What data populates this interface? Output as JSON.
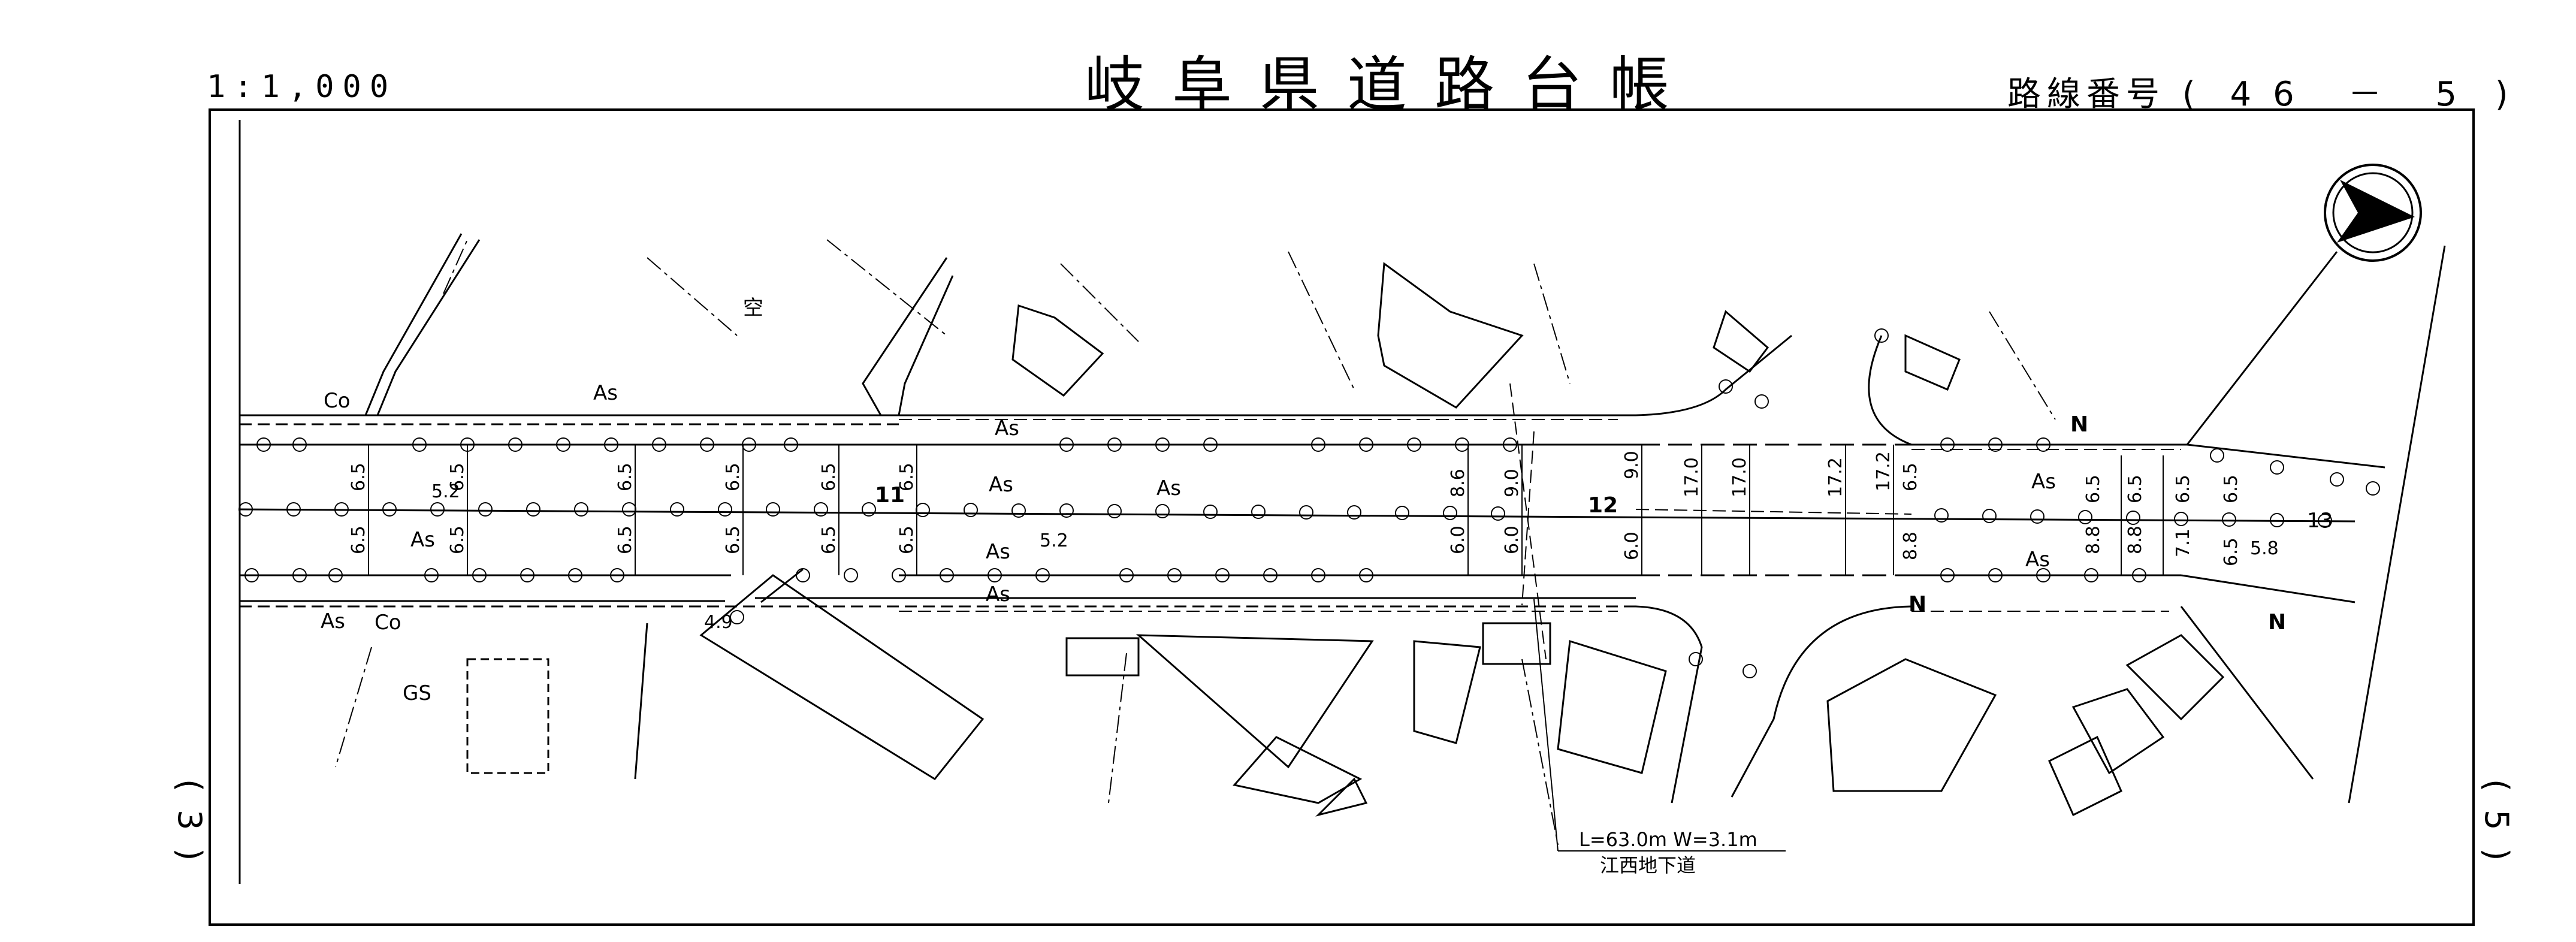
{
  "header": {
    "scale": "1:1,000",
    "title": "岐阜県道路台帳",
    "route_label": "路線番号",
    "route_open": "(",
    "route_number": "46 － 5",
    "route_close": ")"
  },
  "side": {
    "left": "(3)",
    "right": "(5)"
  },
  "map": {
    "surface_labels": {
      "as": "As",
      "co": "Co",
      "gs": "GS",
      "vacant": "空"
    },
    "dimensions": {
      "w65": "6.5",
      "w60": "6.0",
      "w86": "8.6",
      "w88": "8.8",
      "w90": "9.0",
      "w170": "17.0",
      "w172": "17.2",
      "w71": "7.1",
      "w52": "5.2",
      "w58": "5.8",
      "w49": "4.9"
    },
    "station_labels": {
      "s11": "11",
      "s12": "12",
      "s13": "13"
    },
    "north_marker": "N",
    "tunnel": {
      "spec": "L=63.0m  W=3.1m",
      "name": "江西地下道"
    }
  }
}
